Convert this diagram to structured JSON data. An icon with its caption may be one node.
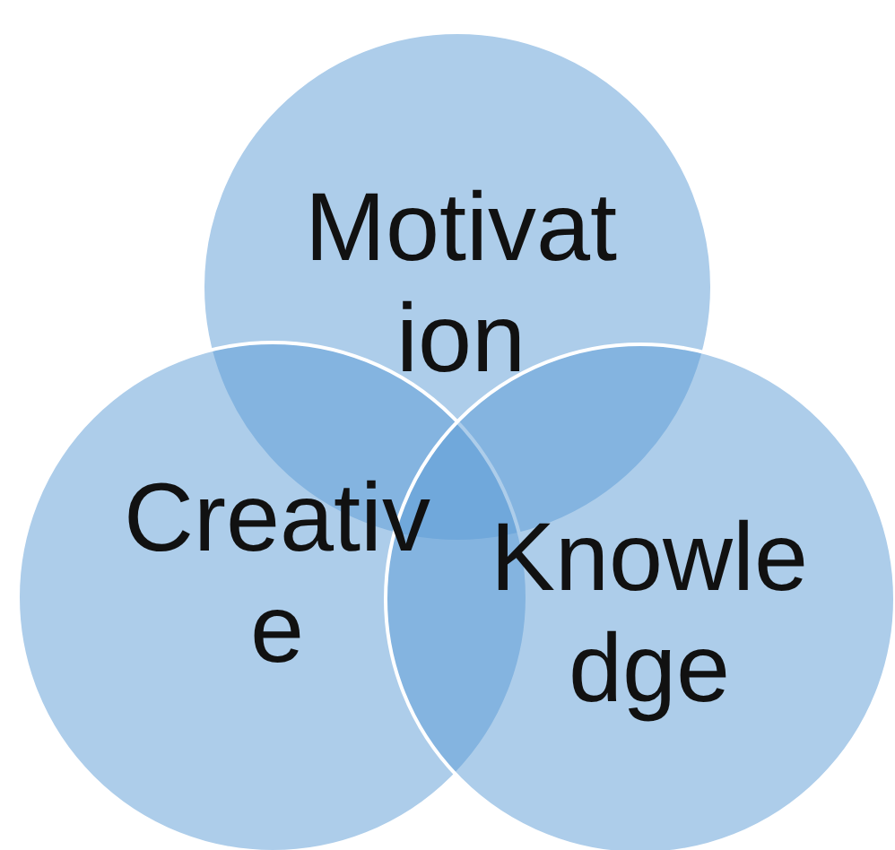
{
  "diagram": {
    "nodes": [
      {
        "text": [
          "Motivation"
        ]
      },
      {
        "text": [
          "Creative"
        ]
      },
      {
        "text": [
          "Knowledge"
        ]
      }
    ]
  }
}
